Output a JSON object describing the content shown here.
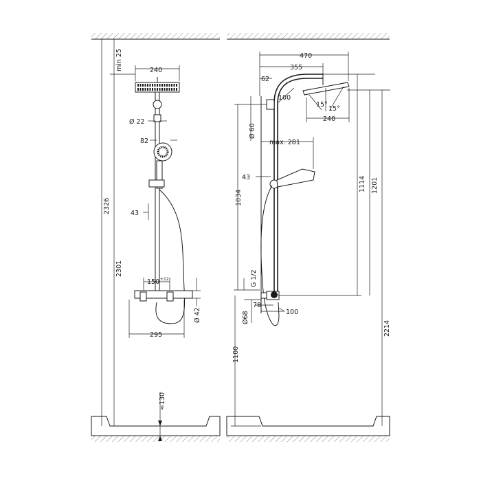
{
  "front_view": {
    "dim_top_width": "240",
    "dim_min_clearance": "min 25",
    "dim_pipe_diameter": "Ø 22",
    "dim_hand_shower": "82",
    "dim_wall_offset": "43",
    "dim_total_height": "2326",
    "dim_thermostat_height": "2301",
    "dim_connection_spacing": "150",
    "dim_connection_tolerance": "±12",
    "dim_thermostat_width": "295",
    "dim_thermostat_diameter": "Ø 42",
    "dim_floor_clearance": "≈130"
  },
  "side_view": {
    "dim_arm_length": "470",
    "dim_arm_projection": "355",
    "dim_head_offset": "62",
    "dim_arm_radius": "100",
    "dim_tilt_left": "15°",
    "dim_tilt_right": "15°",
    "dim_head_width": "240",
    "dim_bracket_diameter": "Ø 60",
    "dim_max_reach": "max. 281",
    "dim_wall_gap": "43",
    "dim_inlet_to_bracket": "1034",
    "dim_inlet_thread": "G 1/2",
    "dim_escutcheon_diameter": "Ø68",
    "dim_inlet_spacing": "78",
    "dim_valve_depth": "100",
    "dim_head_height": "1114",
    "dim_rail_height": "1201",
    "dim_overall_height": "2214",
    "dim_inlet_height": "1100"
  }
}
